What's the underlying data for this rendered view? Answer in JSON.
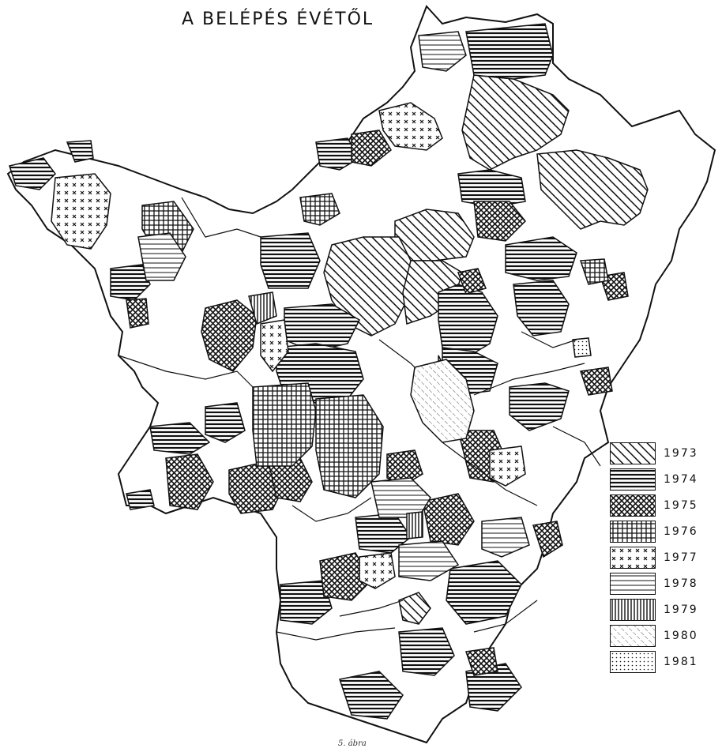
{
  "title": "A BELÉPÉS ÉVÉTŐL",
  "caption": "5. ábra",
  "legend": [
    {
      "year": "1973",
      "pattern": "diag"
    },
    {
      "year": "1974",
      "pattern": "hlines"
    },
    {
      "year": "1975",
      "pattern": "cross"
    },
    {
      "year": "1976",
      "pattern": "grid"
    },
    {
      "year": "1977",
      "pattern": "xmarks"
    },
    {
      "year": "1978",
      "pattern": "hlinesSparse"
    },
    {
      "year": "1979",
      "pattern": "vlines"
    },
    {
      "year": "1980",
      "pattern": "diagLight"
    },
    {
      "year": "1981",
      "pattern": "dots"
    }
  ],
  "colors": {
    "ink": "#111111",
    "paper": "#ffffff"
  }
}
